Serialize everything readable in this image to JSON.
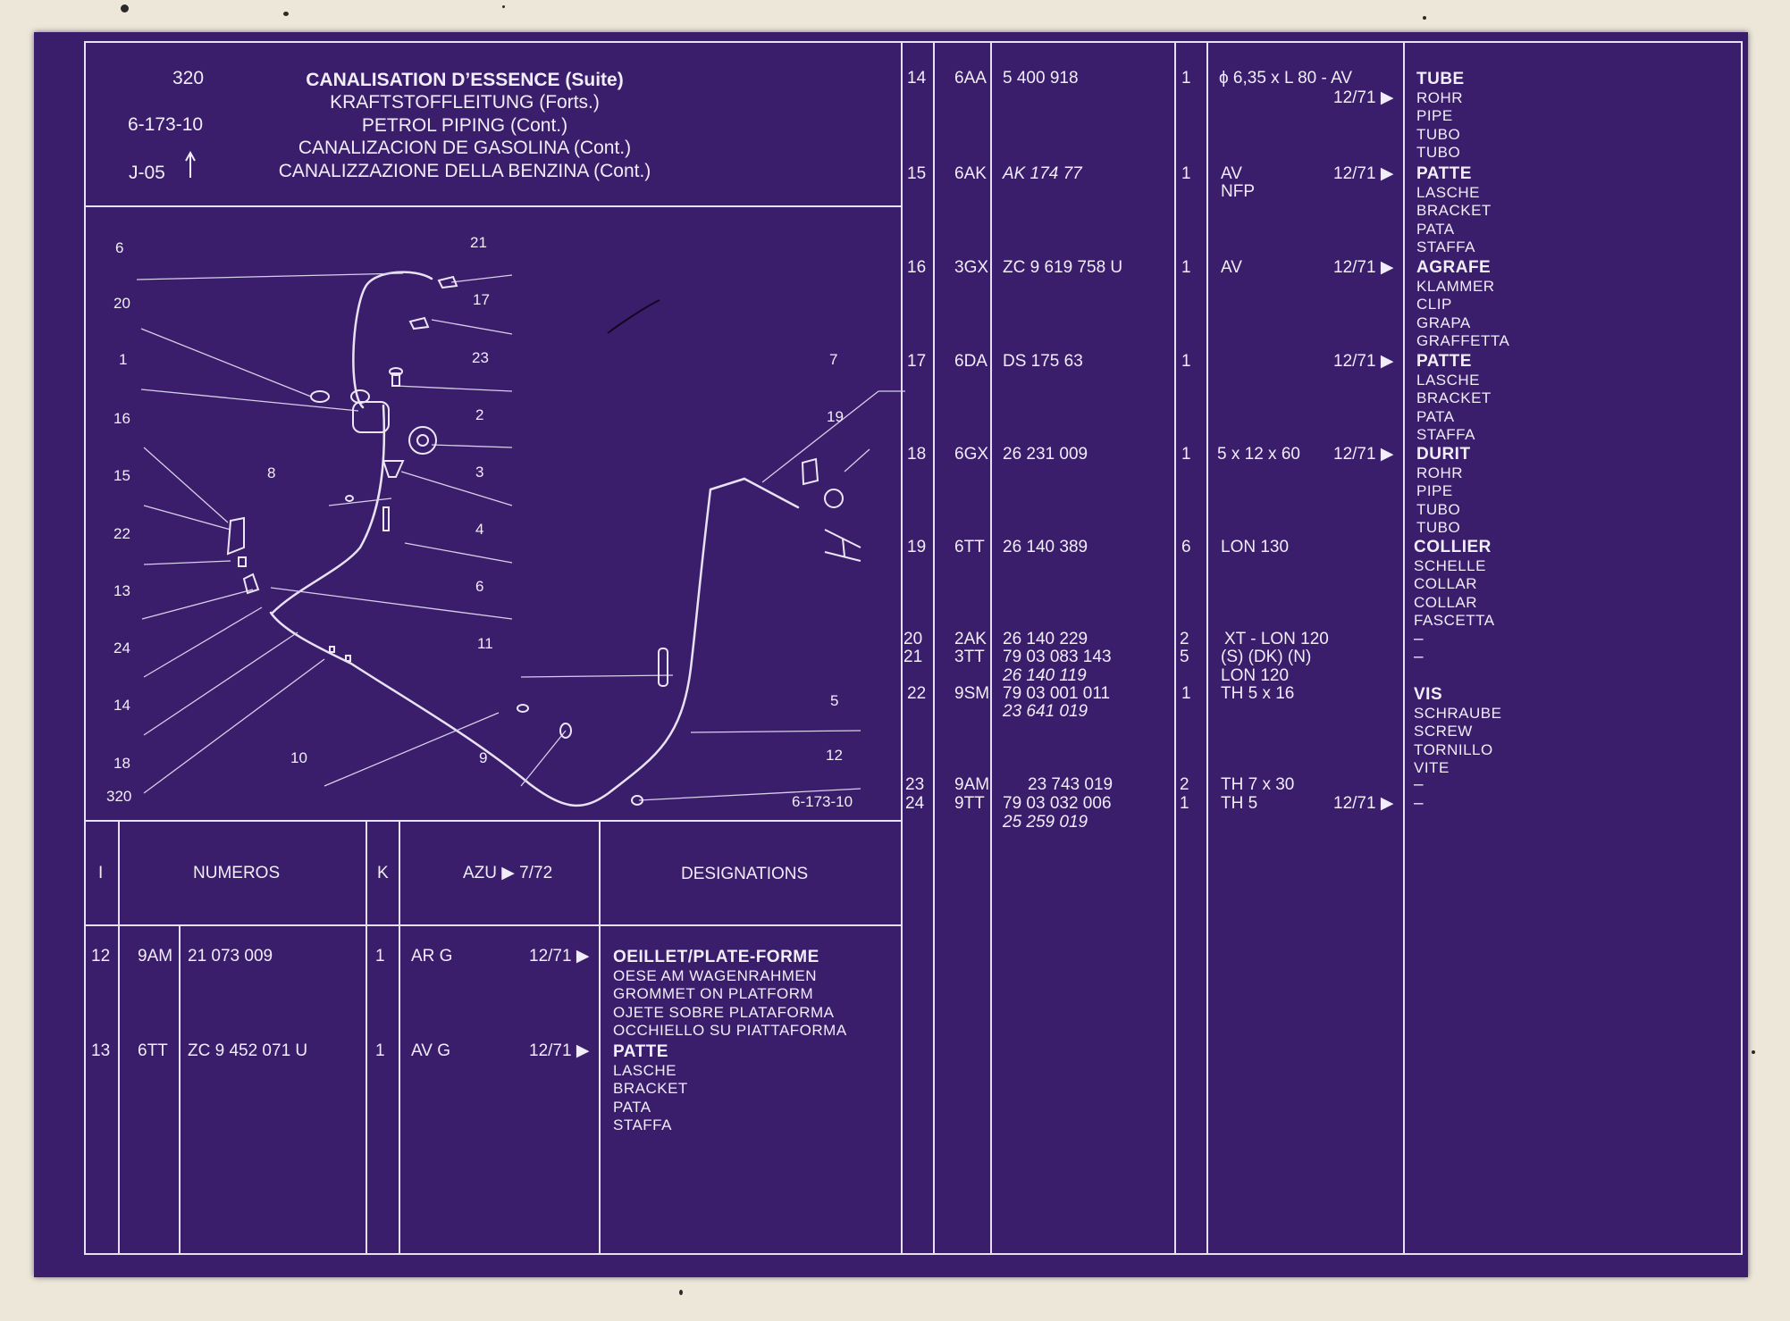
{
  "header": {
    "page_number": "320",
    "ref_code": "6-173-10",
    "model_code": "J-05",
    "titles": [
      "CANALISATION D’ESSENCE (Suite)",
      "KRAFTSTOFFLEITUNG (Forts.)",
      "PETROL PIPING (Cont.)",
      "CANALIZACION DE GASOLINA (Cont.)",
      "CANALIZZAZIONE DELLA BENZINA (Cont.)"
    ]
  },
  "diagram": {
    "corner_page": "320",
    "corner_ref": "6-173-10",
    "callouts_left": [
      "6",
      "20",
      "1",
      "16",
      "15",
      "22",
      "13",
      "24",
      "14",
      "18"
    ],
    "callouts_mid": [
      "21",
      "17",
      "23",
      "2",
      "3",
      "4",
      "6",
      "11",
      "5",
      "12",
      "8",
      "10",
      "9"
    ],
    "callouts_right": [
      "7",
      "19"
    ]
  },
  "columns": {
    "index": "I",
    "numbers": "NUMEROS",
    "k": "K",
    "azu": "AZU ▶ 7/72",
    "designations": "DESIGNATIONS"
  },
  "left_rows": [
    {
      "index": "12",
      "code": "9AM",
      "number": "21 073 009",
      "qty": "1",
      "note": "AR G",
      "date": "12/71 ▶",
      "designations": [
        "OEILLET/PLATE-FORME",
        "OESE AM WAGENRAHMEN",
        "GROMMET ON PLATFORM",
        "OJETE SOBRE PLATAFORMA",
        "OCCHIELLO SU PIATTAFORMA"
      ]
    },
    {
      "index": "13",
      "code": "6TT",
      "number": "ZC 9 452 071 U",
      "qty": "1",
      "note": "AV G",
      "date": "12/71 ▶",
      "designations": [
        "PATTE",
        "LASCHE",
        "BRACKET",
        "PATA",
        "STAFFA"
      ]
    }
  ],
  "right_rows": [
    {
      "index": "14",
      "code": "6AA",
      "number": "5 400 918",
      "qty": "1",
      "note": "ϕ 6,35 x L 80 - AV",
      "date": "12/71 ▶",
      "designations": [
        "TUBE",
        "ROHR",
        "PIPE",
        "TUBO",
        "TUBO"
      ]
    },
    {
      "index": "15",
      "code": "6AK",
      "number": "AK 174 77",
      "qty": "1",
      "note": "AV",
      "note2": "NFP",
      "date": "12/71 ▶",
      "designations": [
        "PATTE",
        "LASCHE",
        "BRACKET",
        "PATA",
        "STAFFA"
      ]
    },
    {
      "index": "16",
      "code": "3GX",
      "number": "ZC 9 619 758 U",
      "qty": "1",
      "note": "AV",
      "date": "12/71 ▶",
      "designations": [
        "AGRAFE",
        "KLAMMER",
        "CLIP",
        "GRAPA",
        "GRAFFETTA"
      ]
    },
    {
      "index": "17",
      "code": "6DA",
      "number": "DS 175 63",
      "qty": "1",
      "note": "",
      "date": "12/71 ▶",
      "designations": [
        "PATTE",
        "LASCHE",
        "BRACKET",
        "PATA",
        "STAFFA"
      ]
    },
    {
      "index": "18",
      "code": "6GX",
      "number": "26 231 009",
      "qty": "1",
      "note": "5 x 12 x 60",
      "date": "12/71 ▶",
      "designations": [
        "DURIT",
        "ROHR",
        "PIPE",
        "TUBO",
        "TUBO"
      ]
    },
    {
      "index": "19",
      "code": "6TT",
      "number": "26 140 389",
      "qty": "6",
      "note": "LON 130",
      "date": "",
      "designations": [
        "COLLIER",
        "SCHELLE",
        "COLLAR",
        "COLLAR",
        "FASCETTA"
      ]
    },
    {
      "index": "20",
      "code": "2AK",
      "number": "26 140 229",
      "qty": "2",
      "note": "XT - LON 120",
      "date": "",
      "designations": [
        "–"
      ]
    },
    {
      "index": "21",
      "code": "3TT",
      "number": "79 03 083 143",
      "number_alt": "26 140 119",
      "qty": "5",
      "note": "(S) (DK) (N)",
      "note2": "LON 120",
      "date": "",
      "designations": [
        "–"
      ]
    },
    {
      "index": "22",
      "code": "9SM",
      "number": "79 03 001 011",
      "number_alt": "23 641 019",
      "qty": "1",
      "note": "TH 5 x 16",
      "date": "",
      "designations": [
        "VIS",
        "SCHRAUBE",
        "SCREW",
        "TORNILLO",
        "VITE"
      ]
    },
    {
      "index": "23",
      "code": "9AM",
      "number": "23 743 019",
      "qty": "2",
      "note": "TH 7 x 30",
      "date": "",
      "designations": [
        "–"
      ]
    },
    {
      "index": "24",
      "code": "9TT",
      "number": "79 03 032 006",
      "number_alt": "25 259 019",
      "qty": "1",
      "note": "TH 5",
      "date": "12/71 ▶",
      "designations": [
        "–"
      ]
    }
  ]
}
